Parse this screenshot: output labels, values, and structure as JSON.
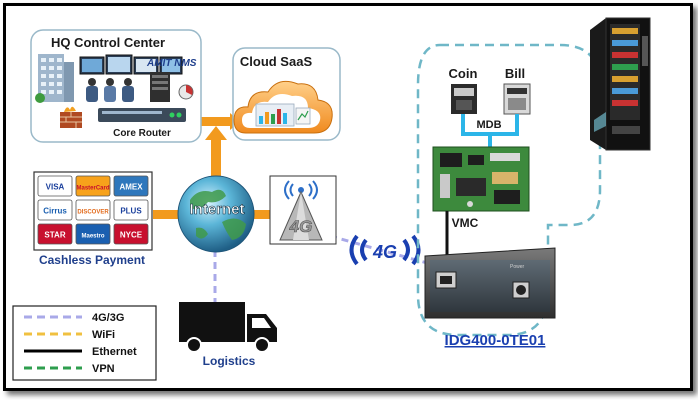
{
  "hq": {
    "title": "HQ Control Center",
    "nms": "AMIT NMS",
    "router": "Core Router"
  },
  "cloud": {
    "title": "Cloud SaaS"
  },
  "internet": {
    "label": "Internet"
  },
  "cellular": {
    "tower_label": "4G",
    "link_label": "4G"
  },
  "payment": {
    "label": "Cashless Payment",
    "cards": [
      "VISA",
      "MasterCard",
      "AMEX",
      "Cirrus",
      "DISCOVER",
      "PLUS",
      "STAR",
      "Maestro",
      "NYCE"
    ]
  },
  "logistics": {
    "label": "Logistics"
  },
  "vending": {
    "coin": "Coin",
    "bill": "Bill",
    "mdb": "MDB",
    "vmc": "VMC"
  },
  "gateway": {
    "name": "IDG400-0TE01",
    "panel": "Power"
  },
  "legend": [
    {
      "label": "4G/3G",
      "color": "#a9a9e8",
      "style": "dashed"
    },
    {
      "label": "WiFi",
      "color": "#f0c040",
      "style": "dashed"
    },
    {
      "label": "Ethernet",
      "color": "#000000",
      "style": "solid"
    },
    {
      "label": "VPN",
      "color": "#2e9e4e",
      "style": "dashed"
    }
  ],
  "colors": {
    "ethernet_orange": "#f29a1e",
    "cellular_lavender": "#a9a9e8",
    "mdb_cyan": "#2bb5e8",
    "zone_border": "#6fb7c7"
  }
}
